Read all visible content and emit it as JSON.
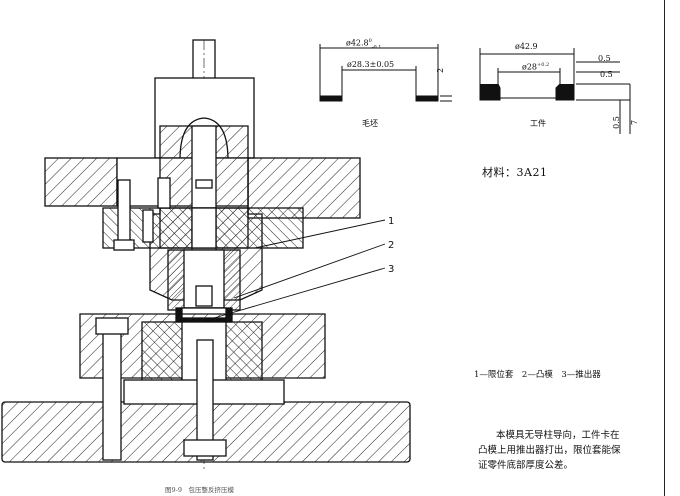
{
  "blank_drawing": {
    "label": "毛坯",
    "dim_outer": "ø42.8",
    "dim_outer_tol_upper": "0",
    "dim_outer_tol_lower": "-0.1",
    "dim_inner": "ø28.3±0.05",
    "dim_thickness": "2"
  },
  "part_drawing": {
    "label": "工件",
    "dim_outer": "ø42.9",
    "dim_inner": "ø28",
    "dim_inner_tol": "+0.2",
    "dim_wall_1": "0.5",
    "dim_wall_2": "0.5",
    "dim_bottom": "0.5",
    "dim_height": "7"
  },
  "material": {
    "text": "材料：3A21"
  },
  "callouts": [
    "1",
    "2",
    "3"
  ],
  "legend": {
    "text": "1—限位套　2—凸模　3—推出器"
  },
  "note": {
    "lines": [
      "本模具无导柱导向，工件卡在",
      "凸模上用推出器打出，限位套能保",
      "证零件底部厚度公差。"
    ]
  },
  "caption": {
    "text": "图9-9　包压整反挤压模"
  }
}
